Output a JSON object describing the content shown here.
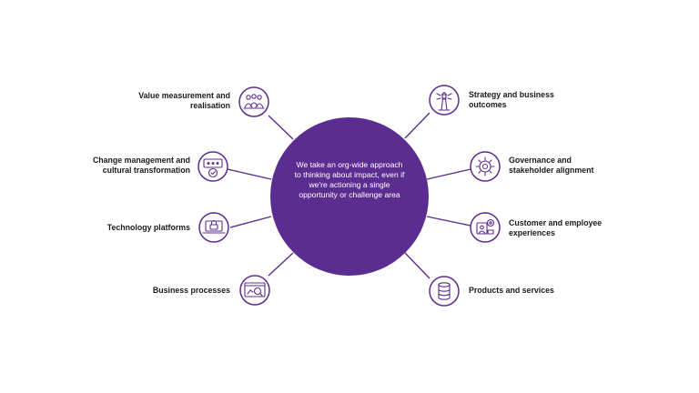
{
  "hub": {
    "text": "We take an org-wide approach to thinking about impact, even if we're actioning a single opportunity or challenge area"
  },
  "nodes": [
    {
      "id": "value",
      "line1": "Value measurement and",
      "line2": "realisation",
      "icon": "people-group-icon"
    },
    {
      "id": "change",
      "line1": "Change management and",
      "line2": "cultural transformation",
      "icon": "rating-check-icon"
    },
    {
      "id": "tech",
      "line1": "Technology platforms",
      "line2": "",
      "icon": "laptop-lock-icon"
    },
    {
      "id": "process",
      "line1": "Business processes",
      "line2": "",
      "icon": "chart-magnifier-icon"
    },
    {
      "id": "strategy",
      "line1": "Strategy and business",
      "line2": "outcomes",
      "icon": "lighthouse-icon"
    },
    {
      "id": "governance",
      "line1": "Governance and",
      "line2": "stakeholder alignment",
      "icon": "governance-gear-icon"
    },
    {
      "id": "customer",
      "line1": "Customer and employee",
      "line2": "experiences",
      "icon": "customer-experience-icon"
    },
    {
      "id": "products",
      "line1": "Products and services",
      "line2": "",
      "icon": "database-icon"
    }
  ],
  "colors": {
    "primary": "#5c2d91",
    "text": "#1a1a1a",
    "background": "#ffffff"
  }
}
